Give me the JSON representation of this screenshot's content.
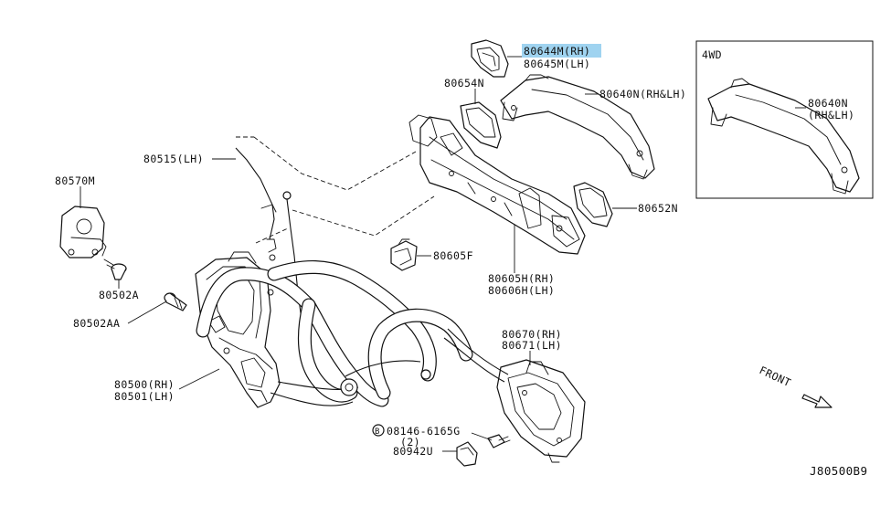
{
  "colors": {
    "ink": "#111111",
    "highlight": "#9fd3f0",
    "background": "#ffffff"
  },
  "labels": {
    "p80644m": "80644M(RH)",
    "p80645m": "80645M(LH)",
    "p80654n": "80654N",
    "p80640n_main": "80640N(RH&LH)",
    "inset_title": "4WD",
    "p80640n_inset_1": "80640N",
    "p80640n_inset_2": "(RH&LH)",
    "p80515": "80515(LH)",
    "p80570m": "80570M",
    "p80652n": "80652N",
    "p80605f": "80605F",
    "p80605h": "80605H(RH)",
    "p80606h": "80606H(LH)",
    "p80502a": "80502A",
    "p80502aa": "80502AA",
    "p80500": "80500(RH)",
    "p80501": "80501(LH)",
    "p80670": "80670(RH)",
    "p80671": "80671(LH)",
    "bolt_symbol": "B",
    "p08146": "08146-6165G",
    "p08146_qty": "(2)",
    "p80942u": "80942U",
    "front": "FRONT",
    "diagram_code": "J80500B9"
  }
}
